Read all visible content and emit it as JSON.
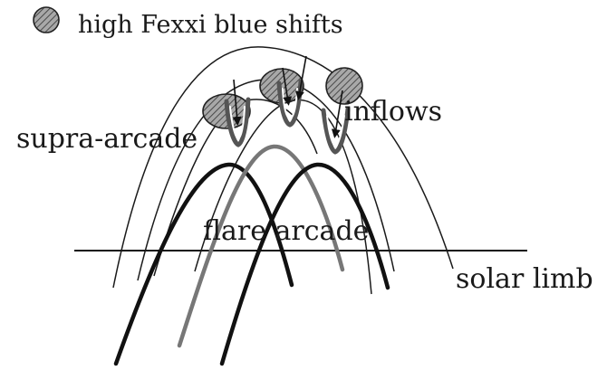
{
  "legend": {
    "text": "high Fexxi blue shifts",
    "symbol_icon": "hatched-circle-icon"
  },
  "labels": {
    "supra_arcade": "supra-arcade",
    "inflows": "inflows",
    "flare_arcade": "flare arcade",
    "solar_limb": "solar limb"
  },
  "colors": {
    "loop_dark": "#111111",
    "loop_gray": "#777777",
    "blob_fill": "#9a9a9a",
    "background": "#ffffff"
  }
}
